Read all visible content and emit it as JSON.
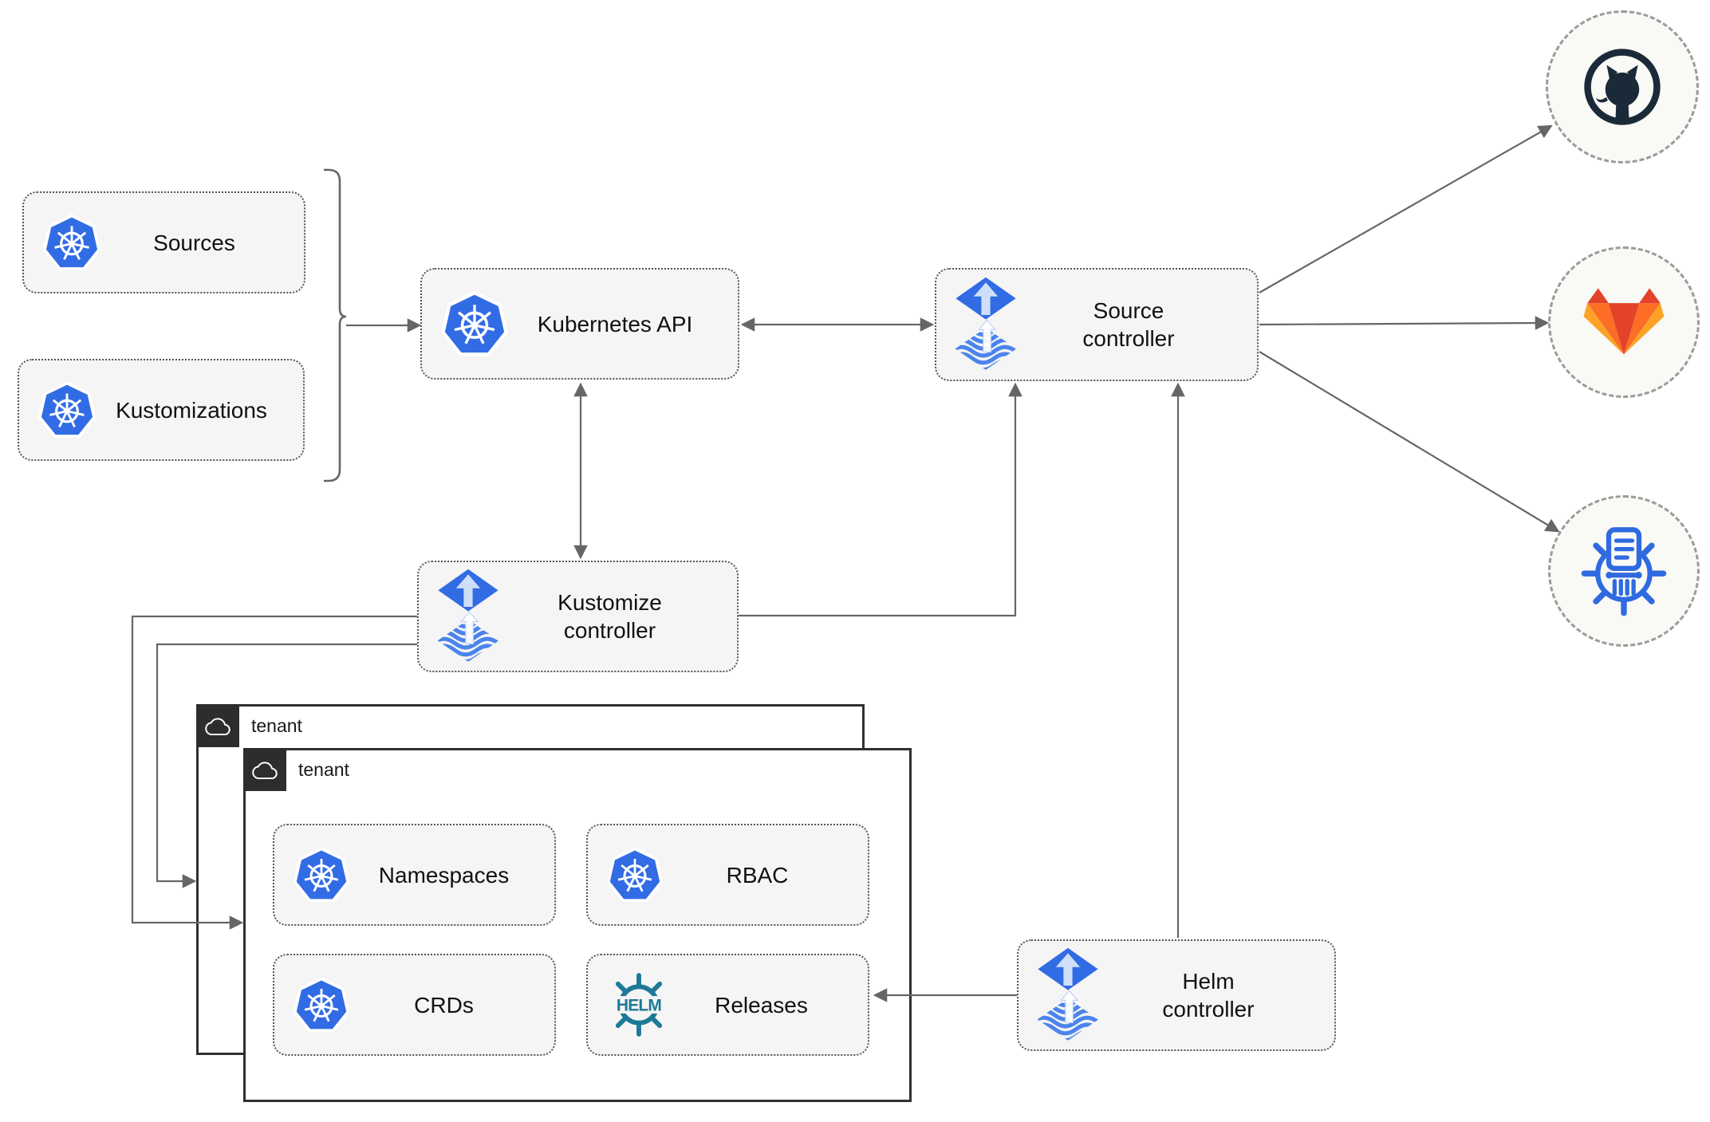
{
  "diagram": {
    "nodes": {
      "sources": {
        "label": "Sources",
        "icon": "kubernetes-icon"
      },
      "kustomizations": {
        "label": "Kustomizations",
        "icon": "kubernetes-icon"
      },
      "kubernetes_api": {
        "label": "Kubernetes API",
        "icon": "kubernetes-icon"
      },
      "source_controller": {
        "label": "Source controller",
        "icon": "flux-icon"
      },
      "kustomize_controller": {
        "label": "Kustomize controller",
        "icon": "flux-icon"
      },
      "helm_controller": {
        "label": "Helm controller",
        "icon": "flux-icon"
      },
      "tenant_back": {
        "label": "tenant",
        "icon": "cloud-icon"
      },
      "tenant_front": {
        "label": "tenant",
        "icon": "cloud-icon"
      },
      "namespaces": {
        "label": "Namespaces",
        "icon": "kubernetes-icon"
      },
      "rbac": {
        "label": "RBAC",
        "icon": "kubernetes-icon"
      },
      "crds": {
        "label": "CRDs",
        "icon": "kubernetes-icon"
      },
      "releases": {
        "label": "Releases",
        "icon": "helm-icon",
        "icon_text": "HELM"
      }
    },
    "remotes": {
      "github": {
        "icon": "github-octocat-icon"
      },
      "gitlab": {
        "icon": "gitlab-tanuki-icon"
      },
      "chartmuseum": {
        "icon": "chartmuseum-icon"
      }
    },
    "edges": [
      {
        "from": "sources+kustomizations",
        "to": "kubernetes_api",
        "style": "bracket-arrow"
      },
      {
        "from": "kubernetes_api",
        "to": "source_controller",
        "style": "double-arrow"
      },
      {
        "from": "kubernetes_api",
        "to": "kustomize_controller",
        "style": "double-arrow"
      },
      {
        "from": "kustomize_controller",
        "to": "source_controller",
        "style": "arrow"
      },
      {
        "from": "helm_controller",
        "to": "source_controller",
        "style": "arrow"
      },
      {
        "from": "helm_controller",
        "to": "releases",
        "style": "arrow"
      },
      {
        "from": "kustomize_controller",
        "to": "tenant_back",
        "style": "arrow"
      },
      {
        "from": "kustomize_controller",
        "to": "tenant_front",
        "style": "arrow"
      },
      {
        "from": "source_controller",
        "to": "github",
        "style": "arrow"
      },
      {
        "from": "source_controller",
        "to": "gitlab",
        "style": "arrow"
      },
      {
        "from": "source_controller",
        "to": "chartmuseum",
        "style": "arrow"
      }
    ],
    "colors": {
      "kubernetes_blue": "#326CE5",
      "flux_blue": "#316CE4",
      "flux_arrow_light": "#CFDFF9",
      "helm_teal": "#1D7A96",
      "github_dark": "#1B2A38",
      "gitlab_red_orange": "#E24329",
      "gitlab_orange": "#FC6D26",
      "gitlab_light_orange": "#FCA326",
      "chartmuseum_blue": "#2F6AE0",
      "connector_gray": "#666666",
      "node_fill": "#F5F5F5",
      "tenant_badge_bg": "#2D2D2D",
      "remote_circle_fill": "#F9F9F6"
    }
  }
}
